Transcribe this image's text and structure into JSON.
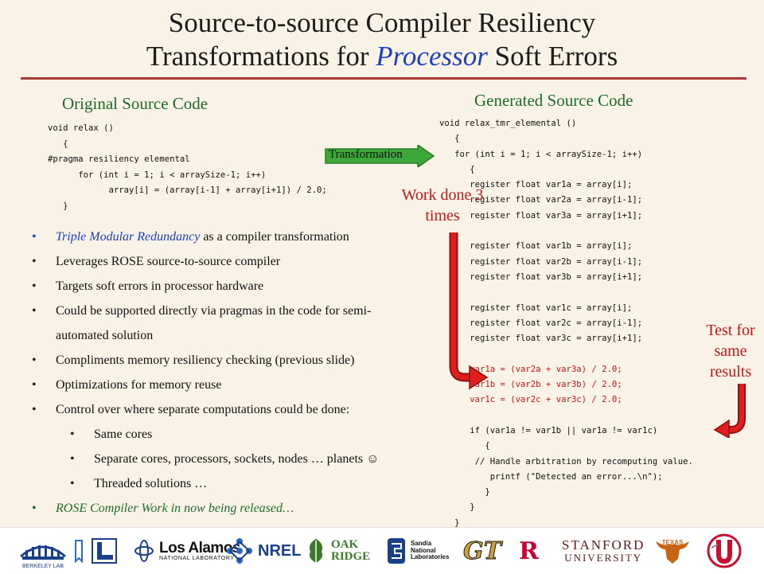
{
  "slide": {
    "title_line1": "Source-to-source Compiler Resiliency",
    "title_line2_pre": "Transformations for ",
    "title_line2_highlight": "Processor",
    "title_line2_post": " Soft Errors",
    "original_heading": "Original Source Code",
    "generated_heading": "Generated Source Code",
    "transformation_label": "Transformation",
    "work_done_label": "Work done 3 times",
    "test_same_label": "Test for same results"
  },
  "original_code": [
    "void relax ()",
    "   {",
    "#pragma resiliency elemental",
    "      for (int i = 1; i < arraySize-1; i++)",
    "            array[i] = (array[i-1] + array[i+1]) / 2.0;",
    "   }"
  ],
  "generated_code": [
    "void relax_tmr_elemental ()",
    "   {",
    "   for (int i = 1; i < arraySize-1; i++)",
    "      {",
    "      register float var1a = array[i];",
    "      register float var2a = array[i-1];",
    "      register float var3a = array[i+1];",
    "",
    "      register float var1b = array[i];",
    "      register float var2b = array[i-1];",
    "      register float var3b = array[i+1];",
    "",
    "      register float var1c = array[i];",
    "      register float var2c = array[i-1];",
    "      register float var3c = array[i+1];",
    "",
    "      var1a = (var2a + var3a) / 2.0;",
    "      var1b = (var2b + var3b) / 2.0;",
    "      var1c = (var2c + var3c) / 2.0;",
    "",
    "      if (var1a != var1b || var1a != var1c)",
    "         {",
    "       // Handle arbitration by recomputing value.",
    "          printf (\"Detected an error...\\n\");",
    "         }",
    "      }",
    "   }"
  ],
  "bullets": {
    "b1_italic": "Triple Modular Redundancy",
    "b1_rest": " as a compiler transformation",
    "b2": "Leverages ROSE source-to-source compiler",
    "b3": "Targets soft errors in processor hardware",
    "b4_line1": "Could be supported directly via pragmas in the code for semi-",
    "b4_line2": "automated solution",
    "b5": " Compliments memory resiliency checking (previous slide)",
    "b6": "Optimizations for memory reuse",
    "b7": "Control over where separate computations could be done:",
    "s1": "Same cores",
    "s2": "Separate cores, processors, sockets, nodes … planets ☺",
    "s3": "Threaded solutions …",
    "b8": "ROSE Compiler Work in now being released…"
  },
  "logos": {
    "berkeley": "BERKELEY LAB",
    "los_alamos": "Los Alamos",
    "los_alamos_sub": "NATIONAL LABORATORY",
    "nrel": "NREL",
    "oak": "OAK",
    "ridge": "RIDGE",
    "sandia_1": "Sandia",
    "sandia_2": "National",
    "sandia_3": "Laboratories",
    "gt": "GT",
    "rutgers": "R",
    "stanford_1": "STANFORD",
    "stanford_2": "UNIVERSITY",
    "texas": "TEXAS",
    "utah": "U"
  },
  "colors": {
    "background": "#f8f3e6",
    "title_highlight": "#1d3fc4",
    "heading_green": "#1f6b2a",
    "annotation_red": "#c01818",
    "rule": "#a83a3a",
    "transform_arrow": "#3da83a"
  }
}
